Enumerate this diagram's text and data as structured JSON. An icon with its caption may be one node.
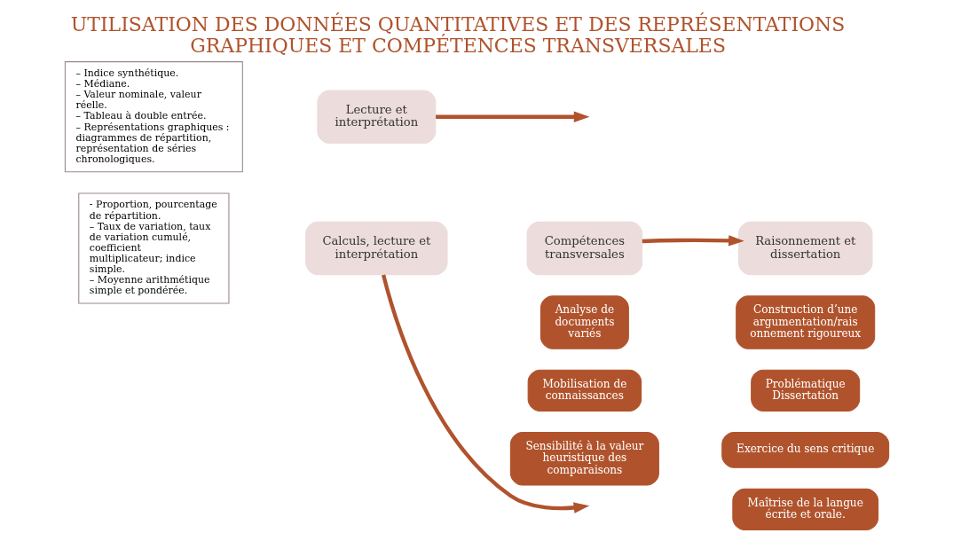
{
  "diagram": {
    "title": "UTILISATION DES DONNÉES QUANTITATIVES ET DES REPRÉSENTATIONS GRAPHIQUES ET COMPÉTENCES TRANSVERSALES",
    "nodes": [
      {
        "text": [
          "- Proportion, pourcentage de répartition.",
          "– Taux de variation, taux de variation cumulé, coefficient multiplicateur; indice simple.",
          "– Moyenne arithmétique simple et pondérée."
        ]
      },
      {
        "text": [
          "– Indice synthétique.",
          "– Médiane.",
          "– Valeur nominale, valeur réelle.",
          "– Tableau à double entrée.",
          "– Représentations graphiques : diagrammes de répartition, représentation de séries chronologiques."
        ]
      },
      {
        "text": [
          "Calculs, lecture et interprétation"
        ]
      },
      {
        "text": [
          "Lecture et interprétation"
        ]
      },
      {
        "text": [
          "Compétences transversales"
        ]
      },
      {
        "text": [
          "Analyse de documents variés"
        ]
      },
      {
        "text": [
          "Mobilisation de connaissances"
        ]
      },
      {
        "text": [
          "Raisonnement et dissertation"
        ]
      },
      {
        "text": [
          "Construction d’une argumentation/rais onnement rigoureux"
        ]
      },
      {
        "text": [
          "Problématique Dissertation"
        ]
      },
      {
        "text": [
          "Sensibilité à la valeur heuristique des comparaisons"
        ]
      },
      {
        "text": [
          "Exercice du sens critique"
        ]
      },
      {
        "text": [
          "Maîtrise de la langue écrite et orale."
        ]
      }
    ],
    "edges": [
      {
        "from": 2,
        "to": null,
        "arrow": "to"
      },
      {
        "from": 3,
        "to": null,
        "arrow": "to"
      },
      {
        "from": 4,
        "to": 7,
        "arrow": "to"
      }
    ]
  }
}
